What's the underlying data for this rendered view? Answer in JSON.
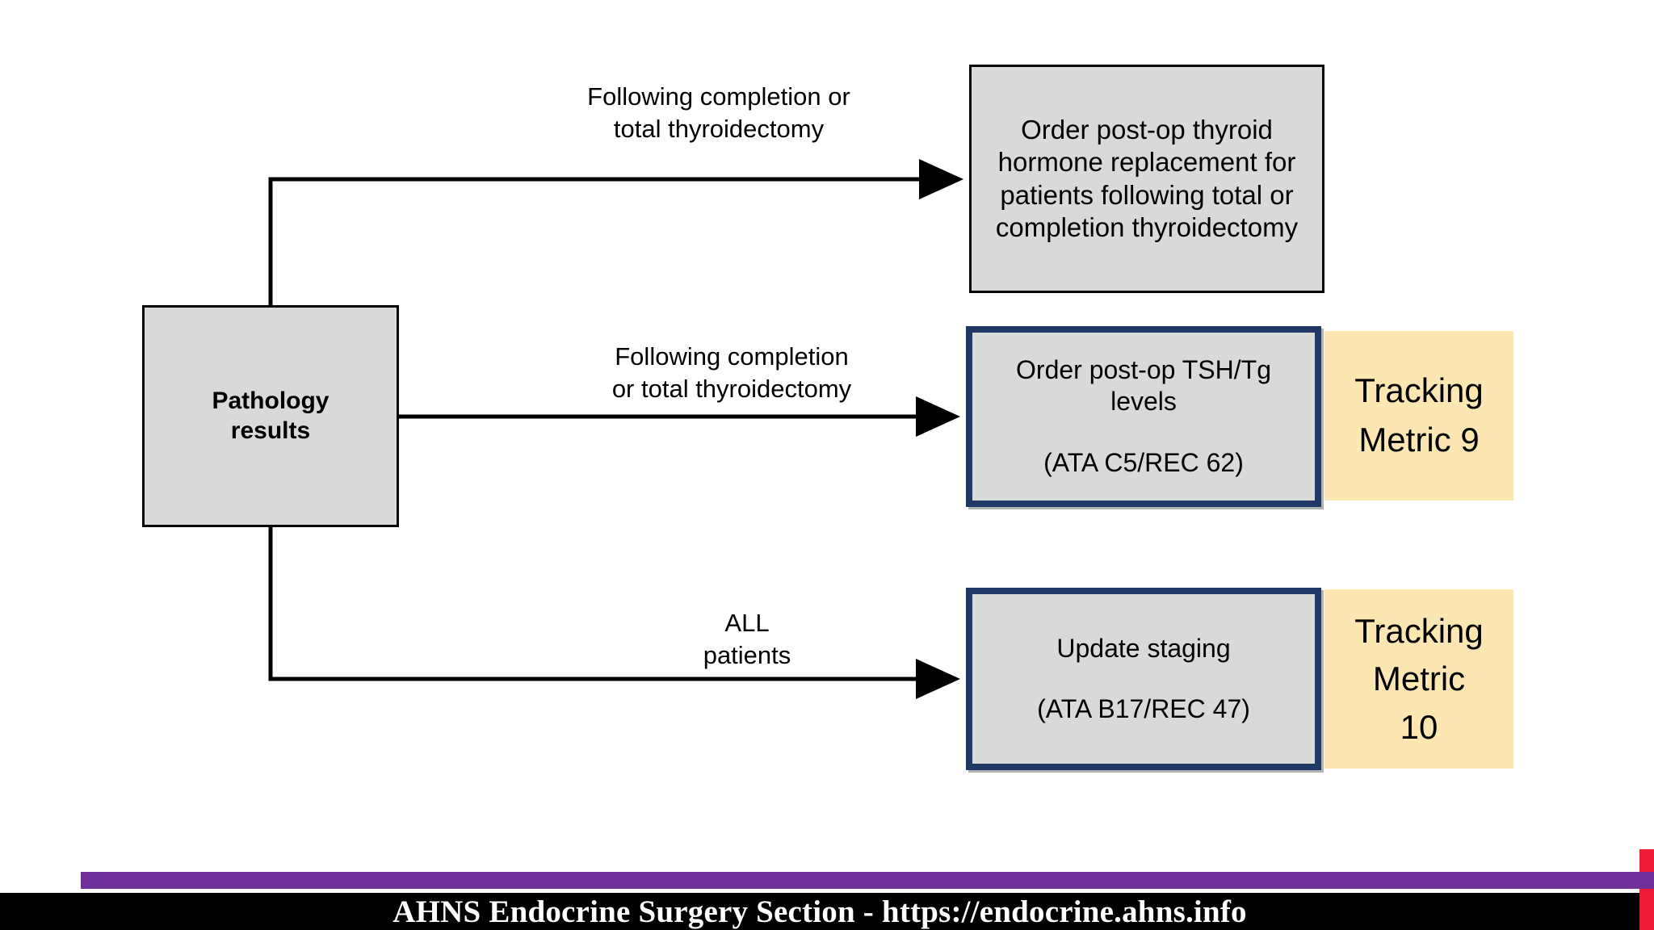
{
  "slide": {
    "background_color": "#ffffff",
    "gray_fill": "#d9d9d9",
    "navy_border": "#1f3864",
    "yellow_fill": "#fce7b2",
    "purple_bar": "#70309a",
    "red_accent": "#ed1b34",
    "footer_bar": "#000000"
  },
  "nodes": {
    "pathology": {
      "line1": "Pathology",
      "line2": "results"
    },
    "hormone": {
      "line1": "Order post-op thyroid",
      "line2": "hormone replacement  for",
      "line3": "patients following total or",
      "line4": "completion thyroidectomy"
    },
    "tsh": {
      "line1": "Order post-op TSH/Tg levels",
      "line2": "(ATA C5/REC 62)"
    },
    "staging": {
      "line1": "Update staging",
      "line2": "(ATA B17/REC 47)"
    },
    "metric9": {
      "line1": "Tracking",
      "line2": "Metric 9"
    },
    "metric10": {
      "line1": "Tracking",
      "line2": "Metric",
      "line3": "10"
    }
  },
  "edges": {
    "top": {
      "line1": "Following completion or",
      "line2": "total thyroidectomy"
    },
    "middle": {
      "line1": "Following completion",
      "line2": "or total thyroidectomy"
    },
    "bottom": {
      "line1": "ALL",
      "line2": "patients"
    }
  },
  "footer": {
    "text": "AHNS Endocrine Surgery Section - https://endocrine.ahns.info"
  }
}
